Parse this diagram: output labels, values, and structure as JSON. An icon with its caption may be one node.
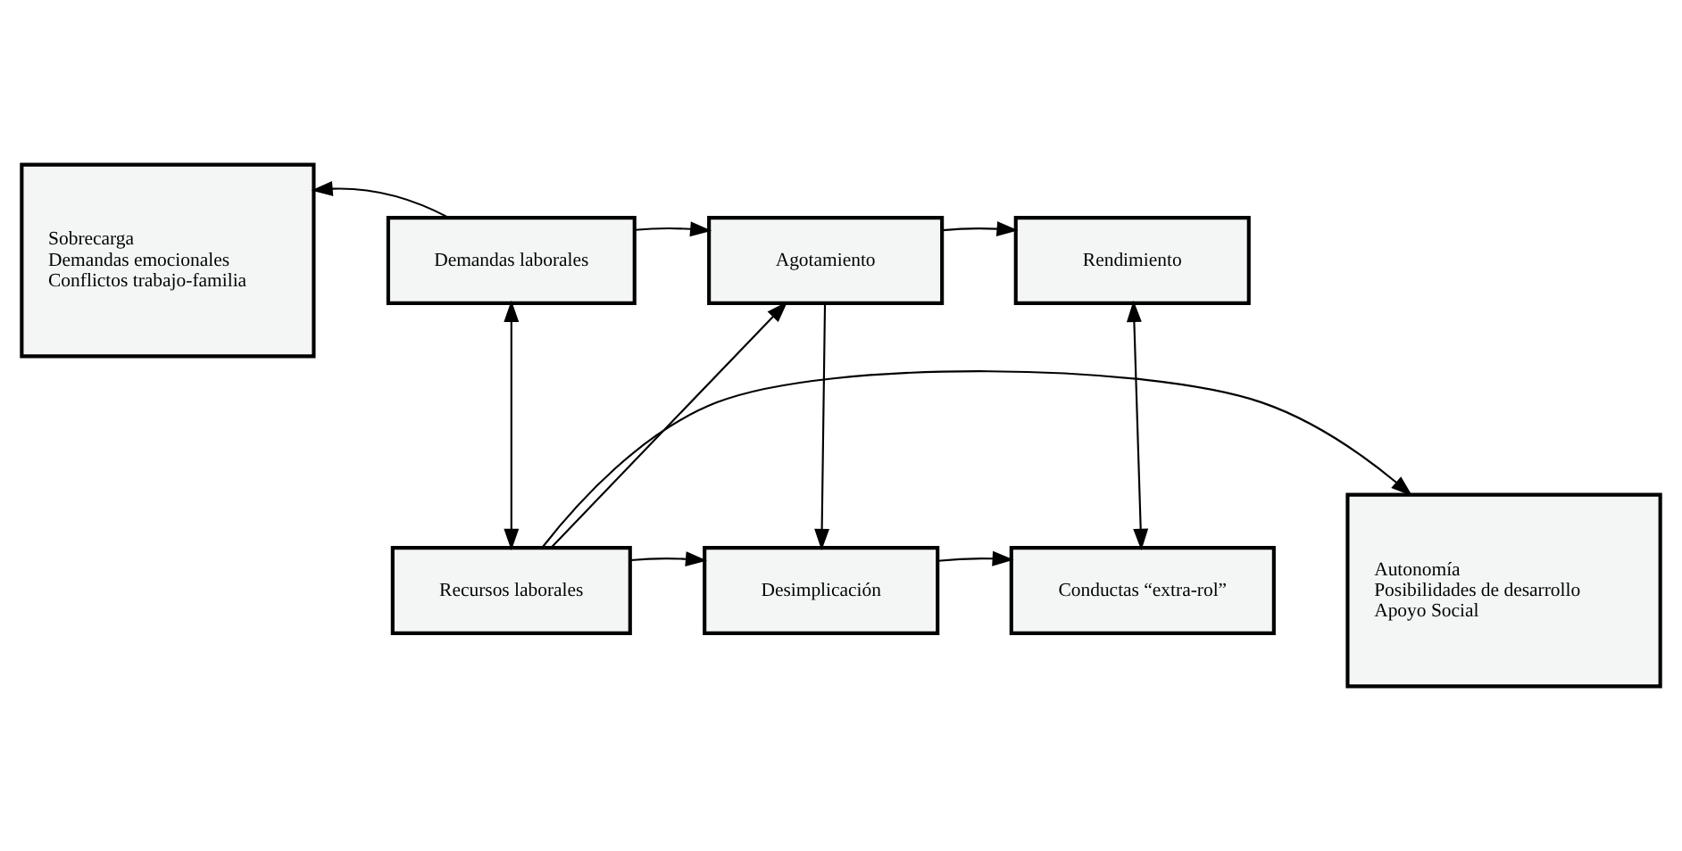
{
  "diagram": {
    "nodes": [
      {
        "text": [
          "Sobrecarga",
          "Demandas emocionales",
          "Conflictos trabajo-familia"
        ]
      },
      {
        "text": [
          "Demandas laborales"
        ]
      },
      {
        "text": [
          "Agotamiento"
        ]
      },
      {
        "text": [
          "Rendimiento"
        ]
      },
      {
        "text": [
          "Autonomía",
          "Posibilidades de desarrollo",
          "Apoyo Social"
        ]
      },
      {
        "text": [
          "Recursos laborales"
        ]
      },
      {
        "text": [
          "Desimplicación"
        ]
      },
      {
        "text": [
          "Conductas “extra-rol”"
        ]
      }
    ],
    "edges": [
      {
        "from": 1,
        "to": 0,
        "arrow": "to"
      },
      {
        "from": 1,
        "to": 2,
        "arrow": "to"
      },
      {
        "from": 2,
        "to": 3,
        "arrow": "to"
      },
      {
        "from": 1,
        "to": 5,
        "arrow": "both"
      },
      {
        "from": 5,
        "to": 2,
        "arrow": "to"
      },
      {
        "from": 2,
        "to": 6,
        "arrow": "to"
      },
      {
        "from": 3,
        "to": 7,
        "arrow": "both"
      },
      {
        "from": 5,
        "to": 4,
        "arrow": "to"
      },
      {
        "from": 5,
        "to": 6,
        "arrow": "to"
      },
      {
        "from": 6,
        "to": 7,
        "arrow": "to"
      }
    ]
  }
}
